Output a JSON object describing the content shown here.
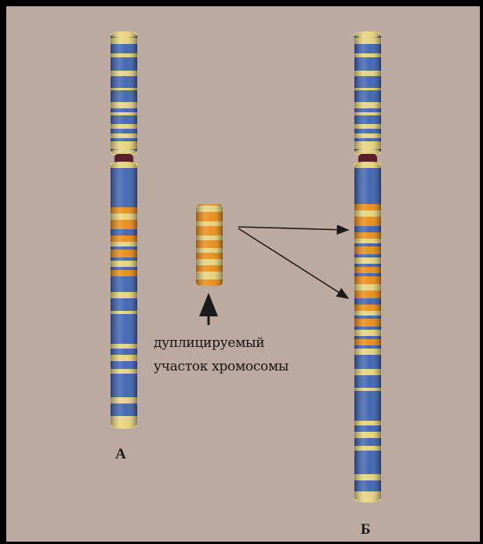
{
  "labels": {
    "a": "А",
    "b": "Б",
    "caption_line1": "дуплицируемый",
    "caption_line2": "участок хромосомы"
  },
  "colors": {
    "border": "#000000",
    "background": "#bca9a0",
    "blue": "#3a5fae",
    "orange": "#e88a12",
    "yellow": "#e6d27a",
    "centromere": "#5a1f2a",
    "arrow": "#1b1b1b"
  }
}
